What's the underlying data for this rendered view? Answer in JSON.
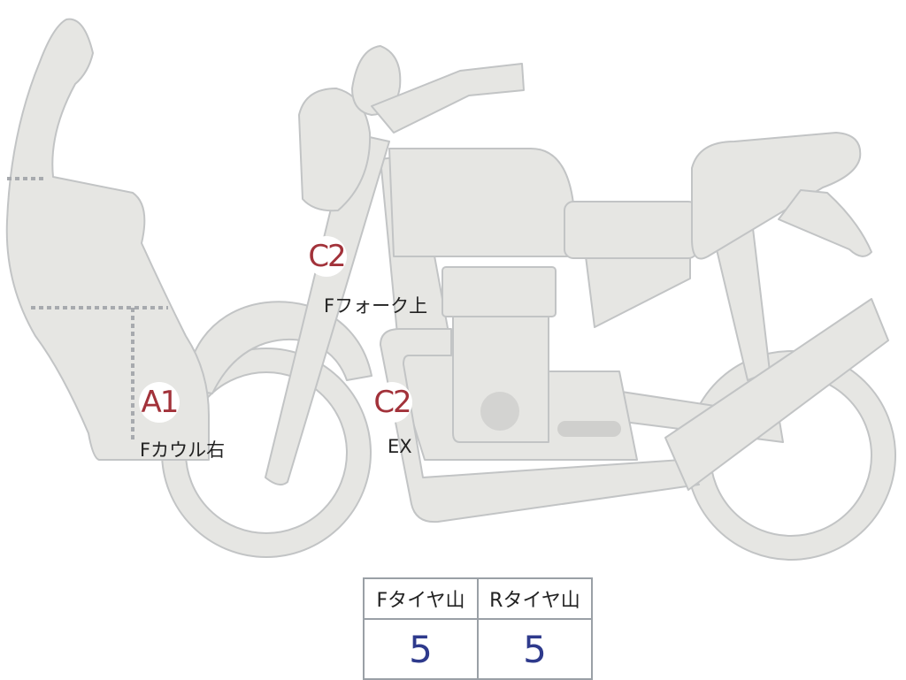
{
  "colors": {
    "body_fill": "#e6e6e3",
    "body_stroke": "#c2c4c5",
    "dotted_line": "#a7aaae",
    "marker_text": "#a2323a",
    "value_text": "#2e3a8c"
  },
  "damage_markers": [
    {
      "code": "A1",
      "part": "Fカウル右"
    },
    {
      "code": "C2",
      "part": "Fフォーク上"
    },
    {
      "code": "C2",
      "part": "EX"
    }
  ],
  "tire_tread": {
    "front": {
      "label": "Fタイヤ山",
      "value": "5"
    },
    "rear": {
      "label": "Rタイヤ山",
      "value": "5"
    }
  }
}
